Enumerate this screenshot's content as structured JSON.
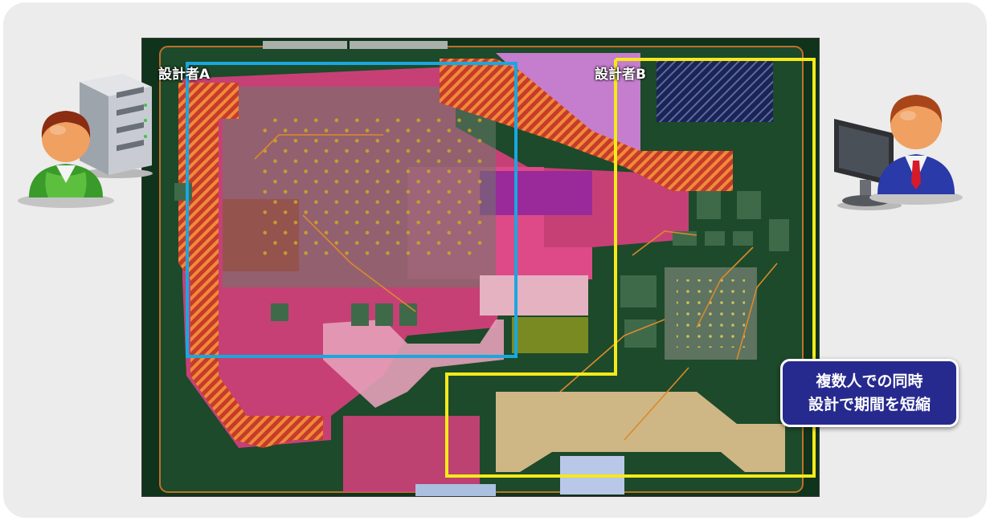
{
  "labels": {
    "designer_a": "設計者A",
    "designer_b": "設計者B"
  },
  "callout": {
    "line1": "複数人での同時",
    "line2": "設計で期間を短縮"
  },
  "colors": {
    "board": "#10331c",
    "copper_hatch": "#e0552a",
    "pour_pink": "#d93f7e",
    "region_a": "#1aa7e0",
    "region_b": "#f5ea1a",
    "callout_bg": "#262a8e",
    "person_a_shirt": "#3a9a2a",
    "person_b_suit": "#2a3aa8"
  },
  "icons": {
    "person_a": "user-green-icon",
    "server": "server-tower-icon",
    "person_b": "user-blue-suit-icon",
    "monitor": "monitor-icon"
  }
}
